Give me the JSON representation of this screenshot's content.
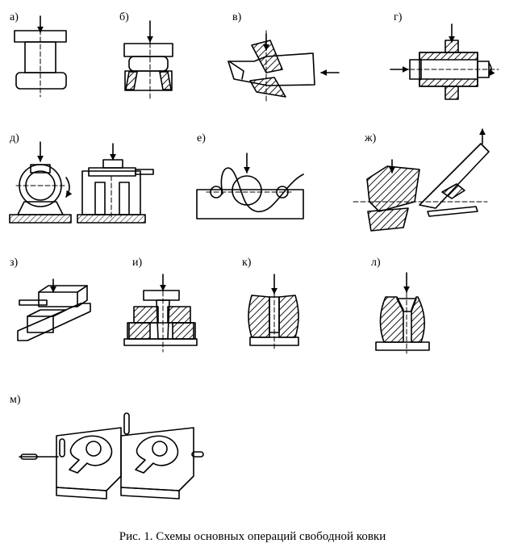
{
  "figure": {
    "labels": [
      "а)",
      "б)",
      "в)",
      "г)",
      "д)",
      "е)",
      "ж)",
      "з)",
      "и)",
      "к)",
      "л)",
      "м)"
    ],
    "caption": "Рис. 1. Схемы основных операций свободной ковки"
  },
  "colors": {
    "ink": "#000000",
    "paper": "#ffffff"
  }
}
